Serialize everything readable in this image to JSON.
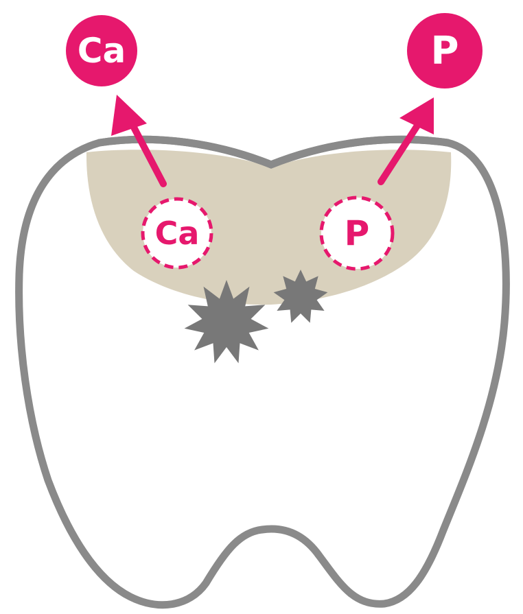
{
  "diagram": {
    "ions": {
      "released_left": "Ca",
      "released_right": "P",
      "in_enamel_left": "Ca",
      "in_enamel_right": "P"
    },
    "colors": {
      "accent": "#e6186d",
      "tooth_outline": "#8a8a8a",
      "tooth_fill": "#ffffff",
      "demineralized_zone": "#d9d1bd",
      "bacteria": "#787878",
      "background": "#ffffff"
    }
  }
}
